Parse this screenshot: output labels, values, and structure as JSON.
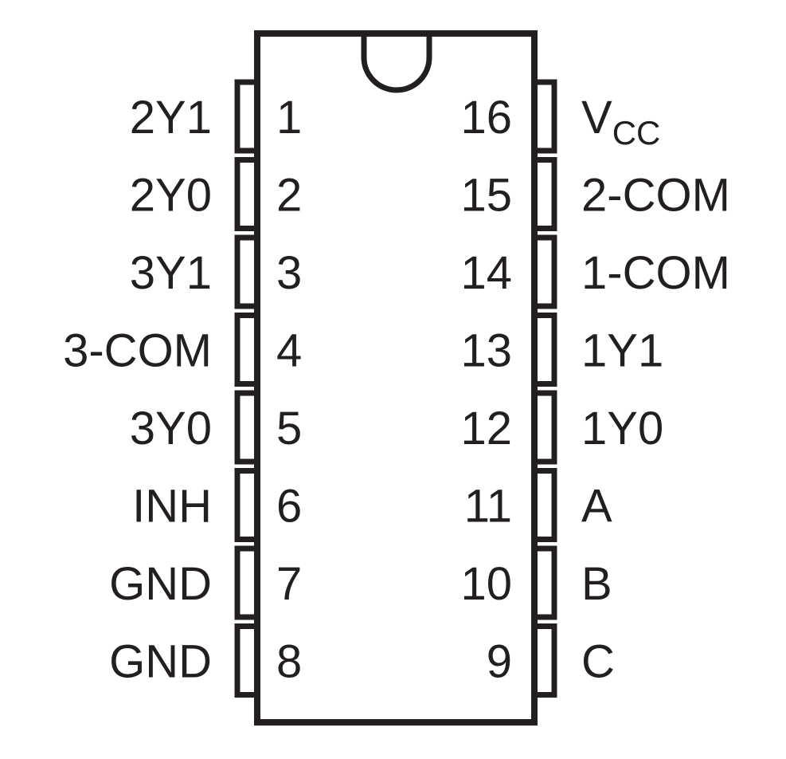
{
  "chip": {
    "left_pins": [
      {
        "number": "1",
        "name": "2Y1"
      },
      {
        "number": "2",
        "name": "2Y0"
      },
      {
        "number": "3",
        "name": "3Y1"
      },
      {
        "number": "4",
        "name": "3-COM"
      },
      {
        "number": "5",
        "name": "3Y0"
      },
      {
        "number": "6",
        "name": "INH"
      },
      {
        "number": "7",
        "name": "GND"
      },
      {
        "number": "8",
        "name": "GND"
      }
    ],
    "right_pins": [
      {
        "number": "16",
        "name": "V",
        "subscript": "CC"
      },
      {
        "number": "15",
        "name": "2-COM"
      },
      {
        "number": "14",
        "name": "1-COM"
      },
      {
        "number": "13",
        "name": "1Y1"
      },
      {
        "number": "12",
        "name": "1Y0"
      },
      {
        "number": "11",
        "name": "A"
      },
      {
        "number": "10",
        "name": "B"
      },
      {
        "number": "9",
        "name": "C"
      }
    ]
  },
  "colors": {
    "line": "#231f20",
    "background": "#ffffff"
  }
}
